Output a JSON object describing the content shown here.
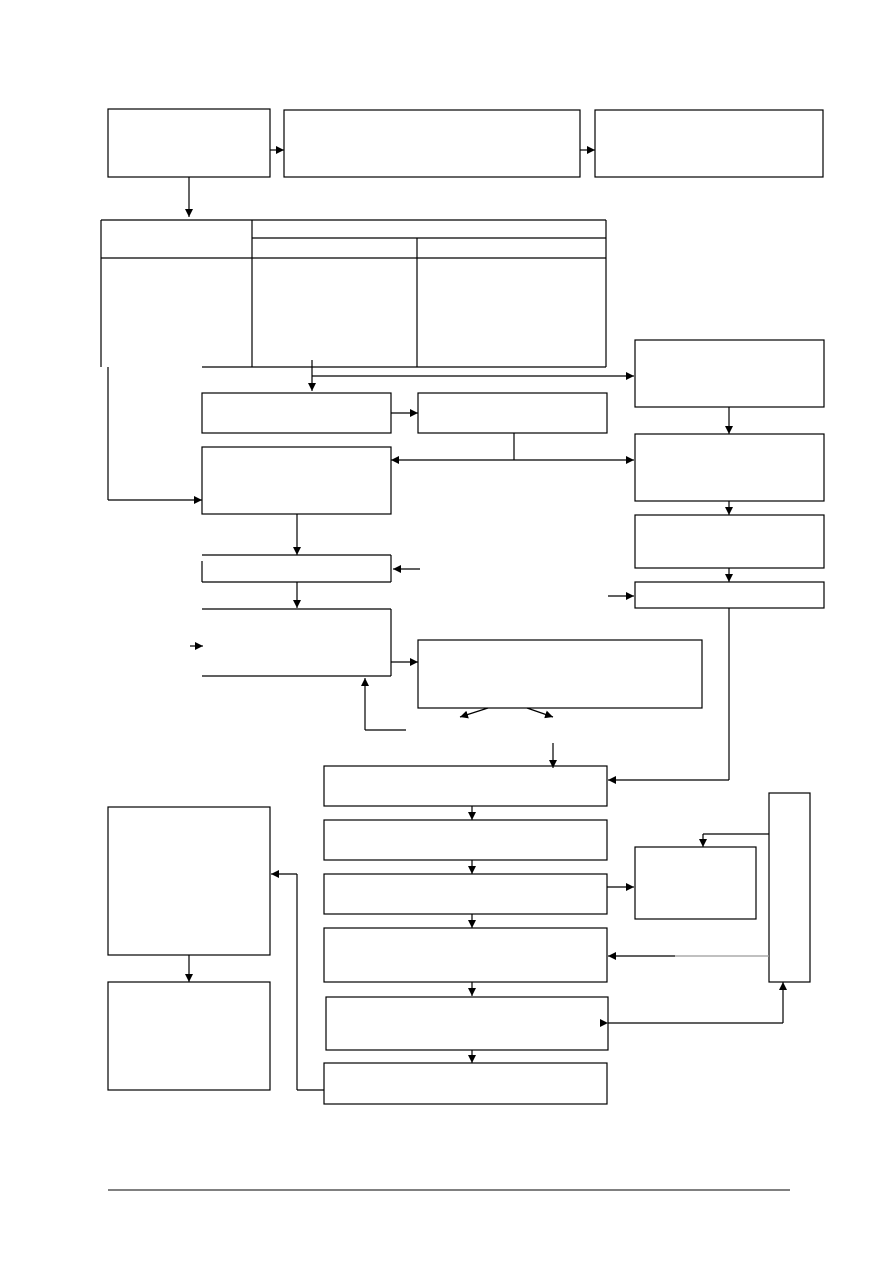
{
  "page": {
    "title": "",
    "footer": {
      "text": "",
      "page_number": ""
    }
  },
  "diagram": {
    "boxes": [
      {
        "id": "box-top-left",
        "text": ""
      },
      {
        "id": "box-top-middle",
        "text": ""
      },
      {
        "id": "box-top-right",
        "text": ""
      },
      {
        "id": "table-box",
        "text": ""
      },
      {
        "id": "box-right-upper",
        "text": ""
      },
      {
        "id": "box-mid-a",
        "text": ""
      },
      {
        "id": "box-mid-b",
        "text": ""
      },
      {
        "id": "box-center",
        "text": ""
      },
      {
        "id": "box-right-mid",
        "text": ""
      },
      {
        "id": "box-right-lower",
        "text": ""
      },
      {
        "id": "box-right-small",
        "text": ""
      },
      {
        "id": "box-narrow",
        "text": ""
      },
      {
        "id": "box-process",
        "text": ""
      },
      {
        "id": "box-wide-mid",
        "text": ""
      },
      {
        "id": "box-step-1",
        "text": ""
      },
      {
        "id": "box-step-2",
        "text": ""
      },
      {
        "id": "box-step-3",
        "text": ""
      },
      {
        "id": "box-step-4",
        "text": ""
      },
      {
        "id": "box-step-5",
        "text": ""
      },
      {
        "id": "box-step-6",
        "text": ""
      },
      {
        "id": "box-side-right",
        "text": ""
      },
      {
        "id": "box-tall-right",
        "text": ""
      },
      {
        "id": "box-bottom-left-1",
        "text": ""
      },
      {
        "id": "box-bottom-left-2",
        "text": ""
      }
    ]
  }
}
